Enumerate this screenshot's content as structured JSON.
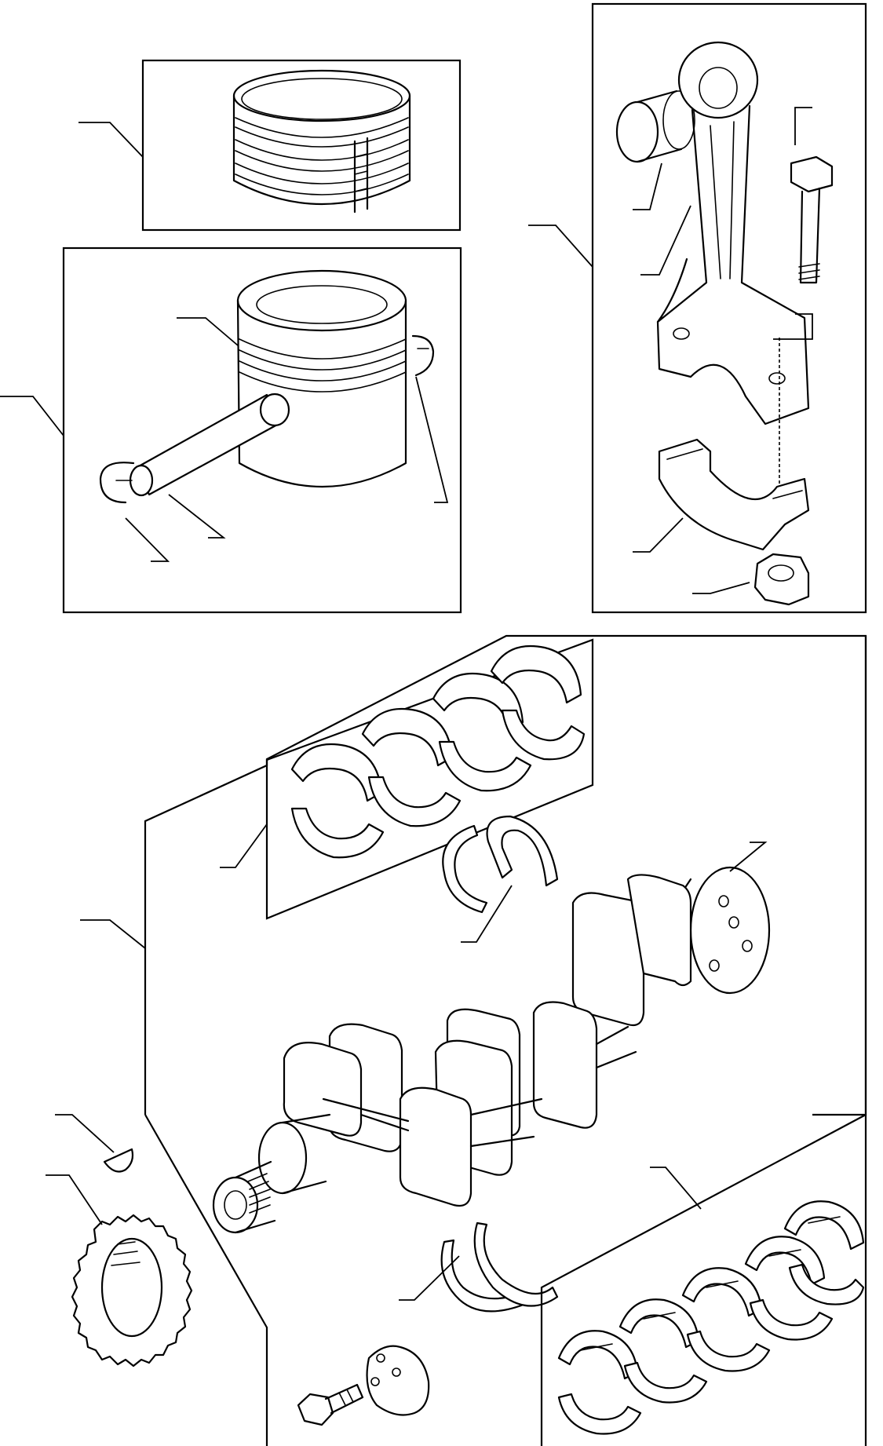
{
  "diagram": {
    "kind": "exploded-parts-view",
    "components": [
      "piston-ring-set",
      "piston-assembly",
      "connecting-rod-assembly",
      "crankshaft-assembly",
      "main-bearing-upper-set",
      "main-bearing-lower-set",
      "thrust-washers-upper",
      "thrust-washers-lower",
      "woodruff-key",
      "crankshaft-gear",
      "pulley-hub",
      "hub-bolt"
    ],
    "callout_labels": []
  }
}
